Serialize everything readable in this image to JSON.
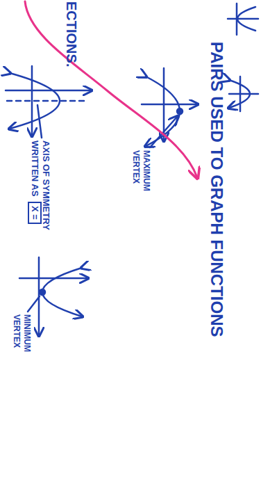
{
  "diagram": {
    "labels": [
      "PAIRS USED TO GRAPH FUNCTIONS",
      "ECTIONS.",
      "MAXIMUM VERTEX",
      "AXIS OF SYMMETRY WRITTEN AS",
      "X =",
      "MINIMUM VERTEX"
    ]
  }
}
